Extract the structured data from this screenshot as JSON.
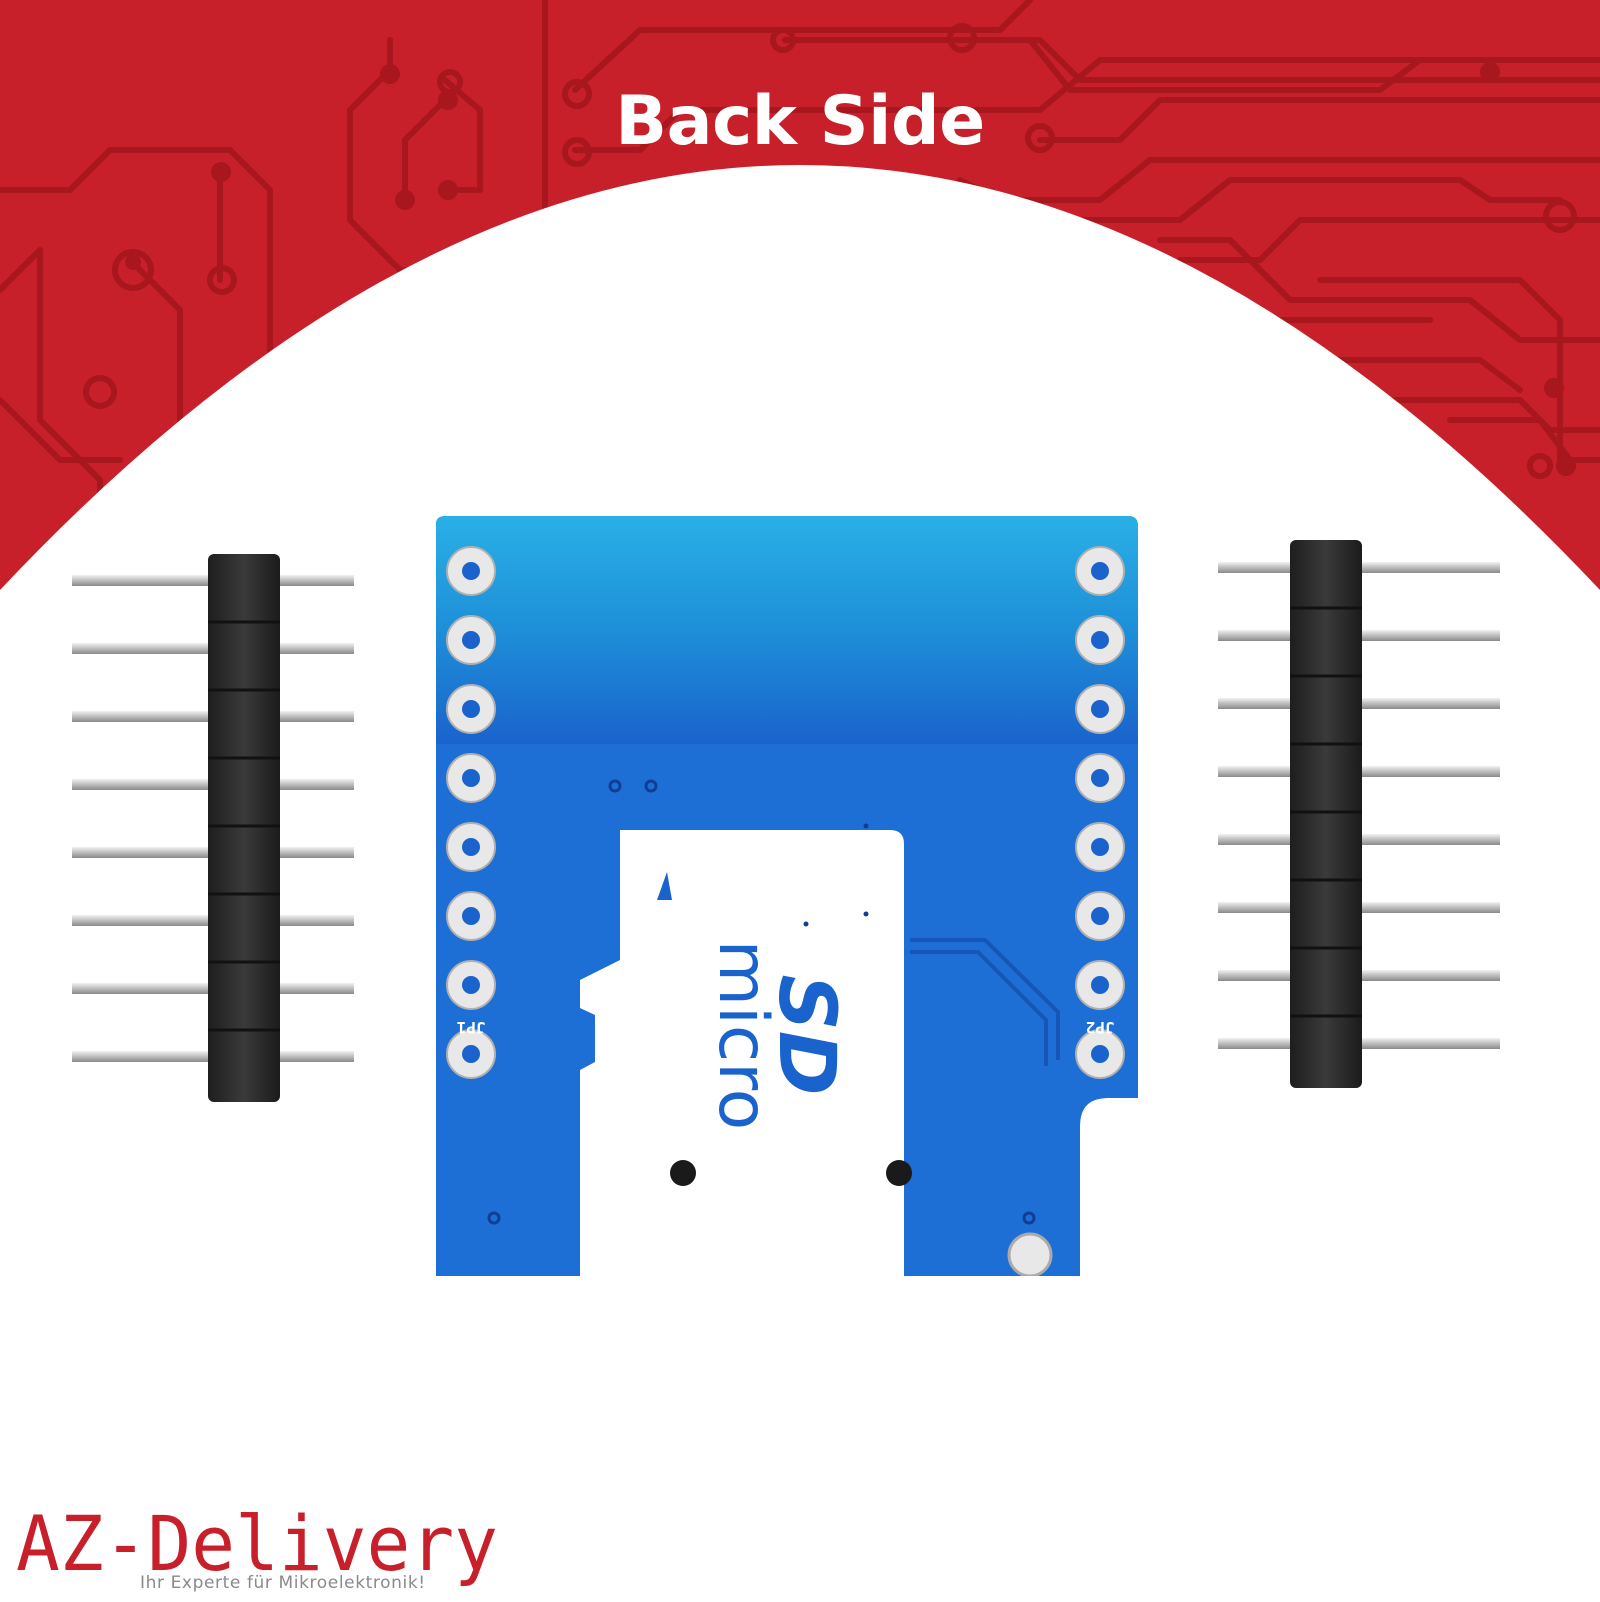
{
  "header": {
    "title": "Back Side"
  },
  "board": {
    "card_marking_line1": "micro",
    "card_marking_line2": "SD",
    "silkscreen_left": "JP1",
    "silkscreen_right": "JP2"
  },
  "brand": {
    "logo_text": "AZ-Delivery",
    "tagline": "Ihr Experte für Mikroelektronik!"
  },
  "colors": {
    "background_red": "#c8202a",
    "trace_red": "#a8161e",
    "pcb_blue": "#1a63cc",
    "pcb_light": "#2aa6e8",
    "logo_red": "#c8202a",
    "header_pin_black": "#2b2b2b"
  }
}
